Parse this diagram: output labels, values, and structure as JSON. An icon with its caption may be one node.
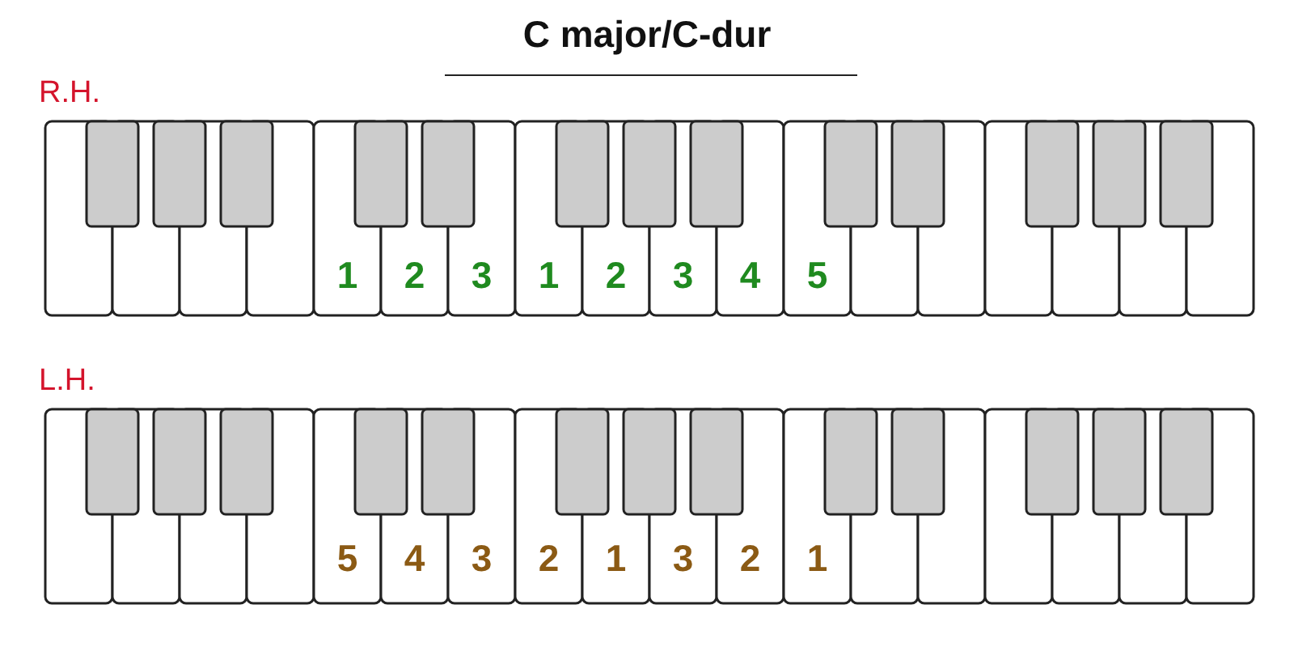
{
  "diagram": {
    "title": "C major/C-dur",
    "labels": [
      "R.H.",
      "1",
      "2",
      "3",
      "1",
      "2",
      "3",
      "4",
      "5",
      "L.H.",
      "5",
      "4",
      "3",
      "2",
      "1",
      "3",
      "2",
      "1"
    ]
  }
}
